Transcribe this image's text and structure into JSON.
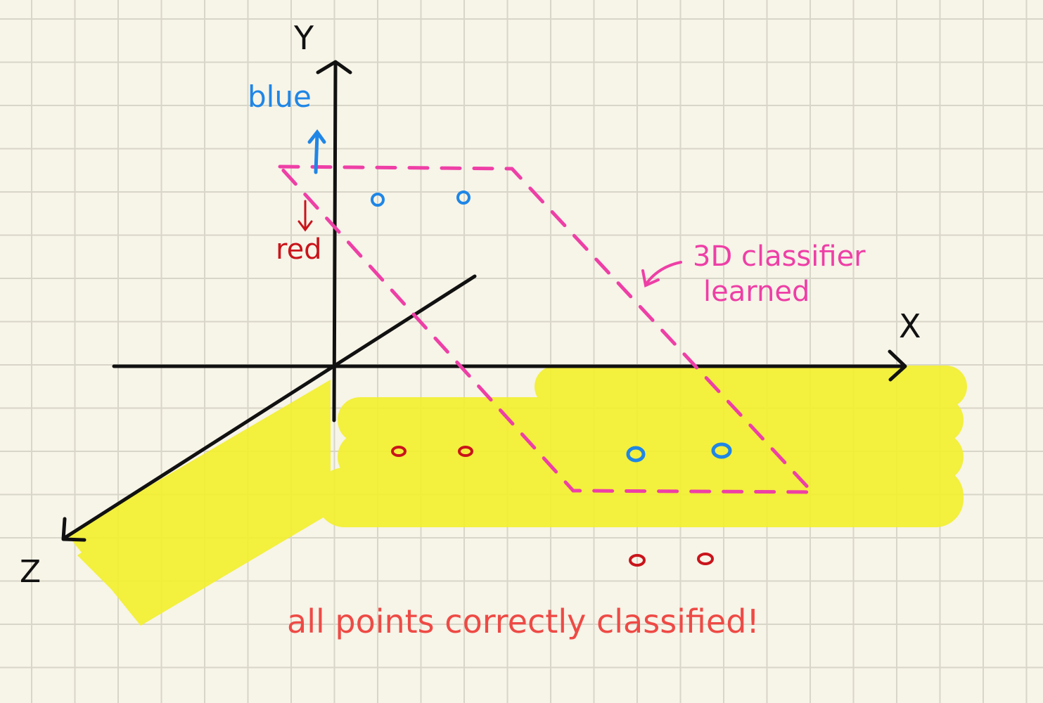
{
  "labels": {
    "y_axis": "Y",
    "x_axis": "X",
    "z_axis": "Z",
    "blue_side": "blue",
    "red_side": "red",
    "classifier_note_line1": "3D classifier",
    "classifier_note_line2": "learned",
    "caption": "all points correctly classified!"
  },
  "colors": {
    "background": "#f7f4e8",
    "grid": "#d8d6c8",
    "axes": "#111111",
    "plane_dashes": "#ee3fa6",
    "highlight": "#f3f02c",
    "blue_point": "#1f86e6",
    "red_point": "#c9141b",
    "caption": "#ee4a45"
  },
  "points": {
    "blue_upper": 2,
    "red_lower": 2,
    "blue_on_plane": 2,
    "red_bottom": 2
  }
}
